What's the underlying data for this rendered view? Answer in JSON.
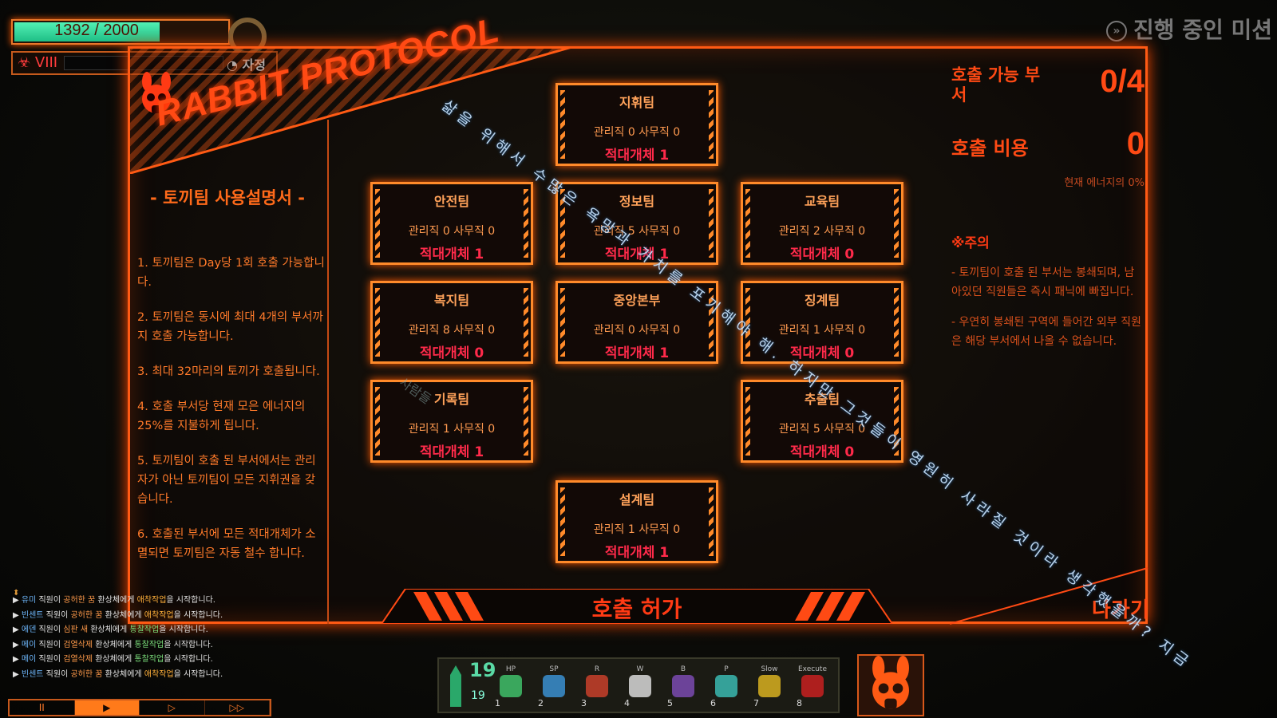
{
  "hud": {
    "hp_text": "1392 / 2000",
    "hp_fraction": 0.696,
    "level": "VIII",
    "override_label": "자정",
    "mission_label": "진행 중인 미션"
  },
  "panel": {
    "protocol_title": "RABBIT PROTOCOL",
    "manual_title": "- 토끼팀 사용설명서 -",
    "rules": [
      "1. 토끼팀은 Day당 1회 호출 가능합니다.",
      "2. 토끼팀은 동시에 최대 4개의 부서까지 호출 가능합니다.",
      "3. 최대 32마리의 토끼가 호출됩니다.",
      "4. 호출 부서당 현재 모은 에너지의 25%를 지불하게 됩니다.",
      "5. 토끼팀이 호출 된 부서에서는 관리자가 아닌 토끼팀이 모든 지휘권을 갖습니다.",
      "6. 호출된 부서에 모든 적대개체가 소멸되면 토끼팀은 자동 철수 합니다."
    ]
  },
  "departments": [
    {
      "name": "지휘팀",
      "staff": "관리직 0   사무직 0",
      "enemy": "적대개체 1"
    },
    {
      "name": "안전팀",
      "staff": "관리직 0   사무직 0",
      "enemy": "적대개체 1"
    },
    {
      "name": "정보팀",
      "staff": "관리직 5   사무직 0",
      "enemy": "적대개체 1"
    },
    {
      "name": "교육팀",
      "staff": "관리직 2   사무직 0",
      "enemy": "적대개체 0"
    },
    {
      "name": "복지팀",
      "staff": "관리직 8   사무직 0",
      "enemy": "적대개체 0"
    },
    {
      "name": "중앙본부",
      "staff": "관리직 0   사무직 0",
      "enemy": "적대개체 1"
    },
    {
      "name": "징계팀",
      "staff": "관리직 1   사무직 0",
      "enemy": "적대개체 0"
    },
    {
      "name": "기록팀",
      "staff": "관리직 1   사무직 0",
      "enemy": "적대개체 1"
    },
    {
      "name": "추출팀",
      "staff": "관리직 5   사무직 0",
      "enemy": "적대개체 0"
    },
    {
      "name": "설계팀",
      "staff": "관리직 1   사무직 0",
      "enemy": "적대개체 1"
    }
  ],
  "summary": {
    "callable_label": "호출 가능 부서",
    "callable_count": "0/4",
    "cost_label": "호출 비용",
    "cost_value": "0",
    "energy_percent": "현재 에너지의 0%",
    "caution_title": "※주의",
    "caution_lines": [
      "- 토끼팀이 호출 된 부서는 봉쇄되며, 남아있던 직원들은 즉시 패닉에 빠집니다.",
      "- 우연히 봉쇄된 구역에 들어간 외부 직원은 해당 부서에서 나올 수 없습니다."
    ]
  },
  "buttons": {
    "call": "호출 허가",
    "exit": "나가기"
  },
  "overlay": {
    "diagonal_text": "삶을 위해서 수많은 욕망과 가치를 포기해야 해. 하지만 그것들이 영원히 사라질 것이라 생각했을까? 지금",
    "ghost_text": "사람들"
  },
  "log": [
    {
      "name": "유미",
      "mid": " 직원이 ",
      "abn": "공허한 꿈",
      "mid2": " 환상체에게 ",
      "work": "애착작업",
      "end": "을 시작합니다.",
      "type": "r"
    },
    {
      "name": "빈센트",
      "mid": " 직원이 ",
      "abn": "공허한 꿈",
      "mid2": " 환상체에게 ",
      "work": "애착작업",
      "end": "을 시작합니다.",
      "type": "r"
    },
    {
      "name": "에덴",
      "mid": " 직원이 ",
      "abn": "심판 새",
      "mid2": " 환상체에게 ",
      "work": "통찰작업",
      "end": "을 시작합니다.",
      "type": "i"
    },
    {
      "name": "메이",
      "mid": " 직원이 ",
      "abn": "검열삭제",
      "mid2": " 환상체에게 ",
      "work": "통찰작업",
      "end": "을 시작합니다.",
      "type": "i"
    },
    {
      "name": "메이",
      "mid": " 직원이 ",
      "abn": "검열삭제",
      "mid2": " 환상체에게 ",
      "work": "통찰작업",
      "end": "을 시작합니다.",
      "type": "i"
    },
    {
      "name": "빈센트",
      "mid": " 직원이 ",
      "abn": "공허한 꿈",
      "mid2": " 환상체에게 ",
      "work": "애착작업",
      "end": "을 시작합니다.",
      "type": "r"
    }
  ],
  "speed_controls": [
    "II",
    "▶",
    "▷",
    "▷▷"
  ],
  "toolbar": {
    "bullet_count": "19",
    "bullet_max": "19",
    "slots": [
      {
        "label": "HP",
        "num": "1",
        "color": "#3fbf6a",
        "icon": "heal-hp-icon"
      },
      {
        "label": "SP",
        "num": "2",
        "color": "#3a8fd0",
        "icon": "heal-sp-icon"
      },
      {
        "label": "R",
        "num": "3",
        "color": "#c8402a",
        "icon": "shield-red-icon"
      },
      {
        "label": "W",
        "num": "4",
        "color": "#d8d8d8",
        "icon": "shield-white-icon"
      },
      {
        "label": "B",
        "num": "5",
        "color": "#7a4ab0",
        "icon": "shield-black-icon"
      },
      {
        "label": "P",
        "num": "6",
        "color": "#3ab8b0",
        "icon": "shield-pale-icon"
      },
      {
        "label": "Slow",
        "num": "7",
        "color": "#d8b020",
        "icon": "slow-arrow-icon"
      },
      {
        "label": "Execute",
        "num": "8",
        "color": "#c82020",
        "icon": "execute-icon"
      }
    ]
  }
}
